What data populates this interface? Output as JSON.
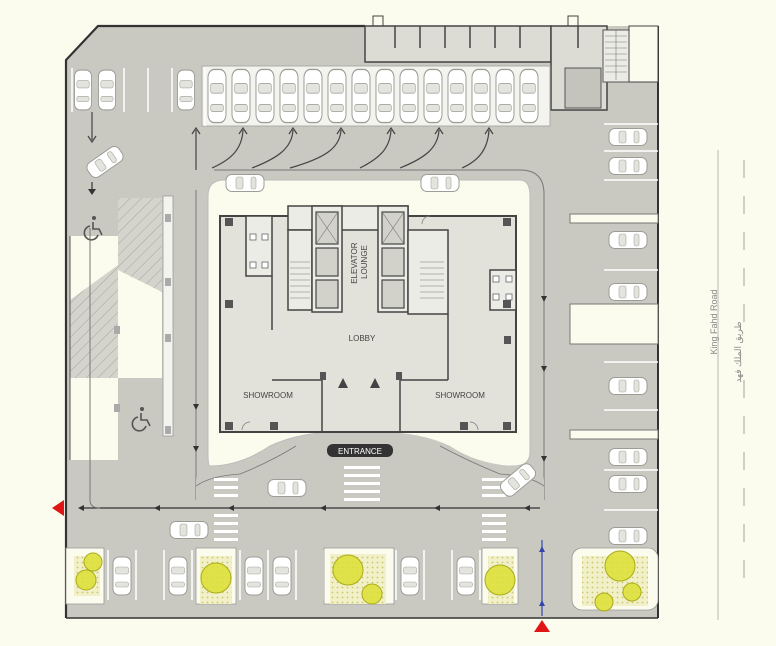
{
  "labels": {
    "elevator_line1": "ELEVATOR",
    "elevator_line2": "LOUNGE",
    "lobby": "LOBBY",
    "showroom_left": "SHOWROOM",
    "showroom_right": "SHOWROOM",
    "entrance": "ENTRANCE",
    "road_en": "King Fahd Road",
    "road_ar": "طريق الملك فهد"
  },
  "colors": {
    "background": "#fbfbee",
    "asphalt": "#c9c9c2",
    "building_floor": "#e2e1da",
    "wall": "#444444",
    "tree": "#dde03a",
    "arrow_red": "#e01515",
    "arrow_blue": "#3344aa"
  },
  "icons": [
    "accessible-parking-icon",
    "accessible-parking-icon",
    "exit-arrow-icon",
    "entry-arrow-icon"
  ]
}
